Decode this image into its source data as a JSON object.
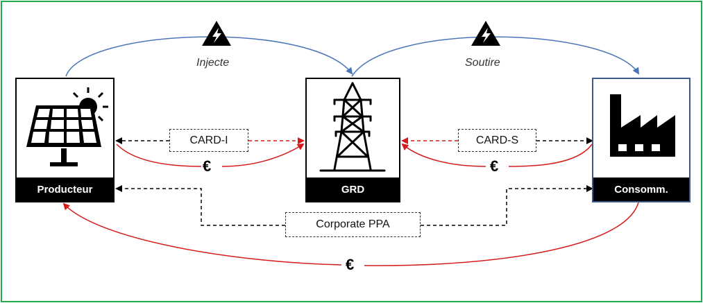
{
  "actors": {
    "producer": "Producteur",
    "grid": "GRD",
    "consumer": "Consomm."
  },
  "flows": {
    "inject": "Injecte",
    "withdraw": "Soutire"
  },
  "contracts": {
    "card_i": "CARD-I",
    "card_s": "CARD-S",
    "ppa": "Corporate PPA"
  },
  "payments": {
    "producer_grid": "€",
    "grid_consumer": "€",
    "consumer_producer": "€"
  },
  "icons": [
    "solar-panel-icon",
    "sun-icon",
    "pylon-icon",
    "factory-icon",
    "lightning-warning-icon"
  ],
  "colors": {
    "frame": "#1faa4b",
    "energy_flow": "#4a76b8",
    "money_flow": "#d51a1a",
    "contract_line": "#000000"
  }
}
